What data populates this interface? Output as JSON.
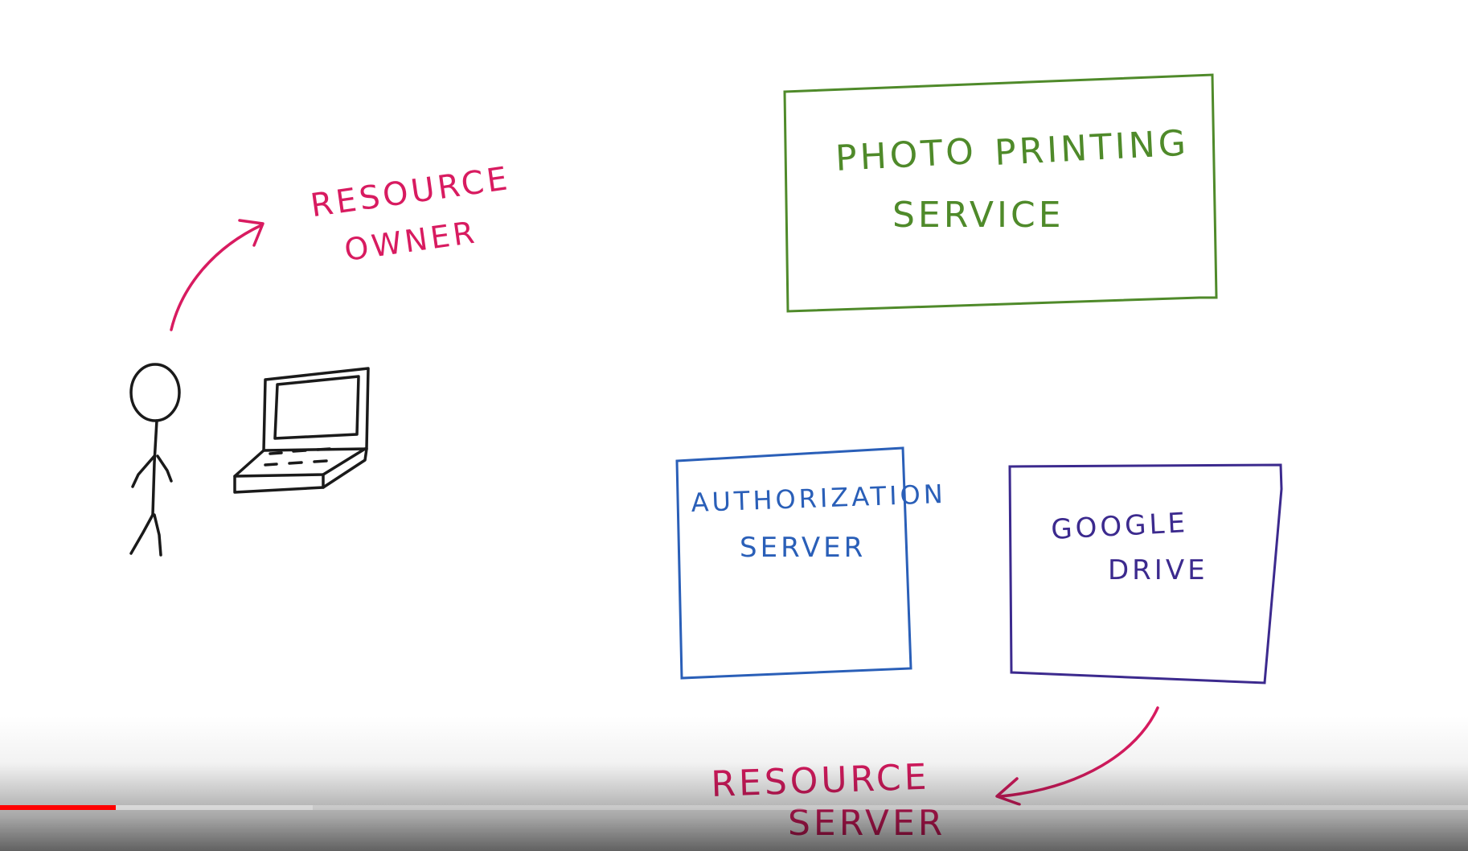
{
  "diagram": {
    "resource_owner": {
      "line1": "RESOURCE",
      "line2": "OWNER"
    },
    "photo_service": {
      "line1_a": "PHOTO",
      "line1_b": "PRINTING",
      "line2": "SERVICE"
    },
    "auth_server": {
      "line1": "AUTHORIZATION",
      "line2": "SERVER"
    },
    "google_drive": {
      "line1": "GOOGLE",
      "line2": "DRIVE"
    },
    "resource_server": {
      "line1": "RESOURCE",
      "line2": "SERVER"
    }
  },
  "colors": {
    "pink": "#d81b60",
    "green": "#4f8a2a",
    "blue": "#2a5fb8",
    "purple": "#3c2a8e",
    "ink": "#1a1a1a",
    "progress_played": "#ff0000"
  },
  "player": {
    "played_fraction": 0.079,
    "buffered_fraction": 0.213
  }
}
